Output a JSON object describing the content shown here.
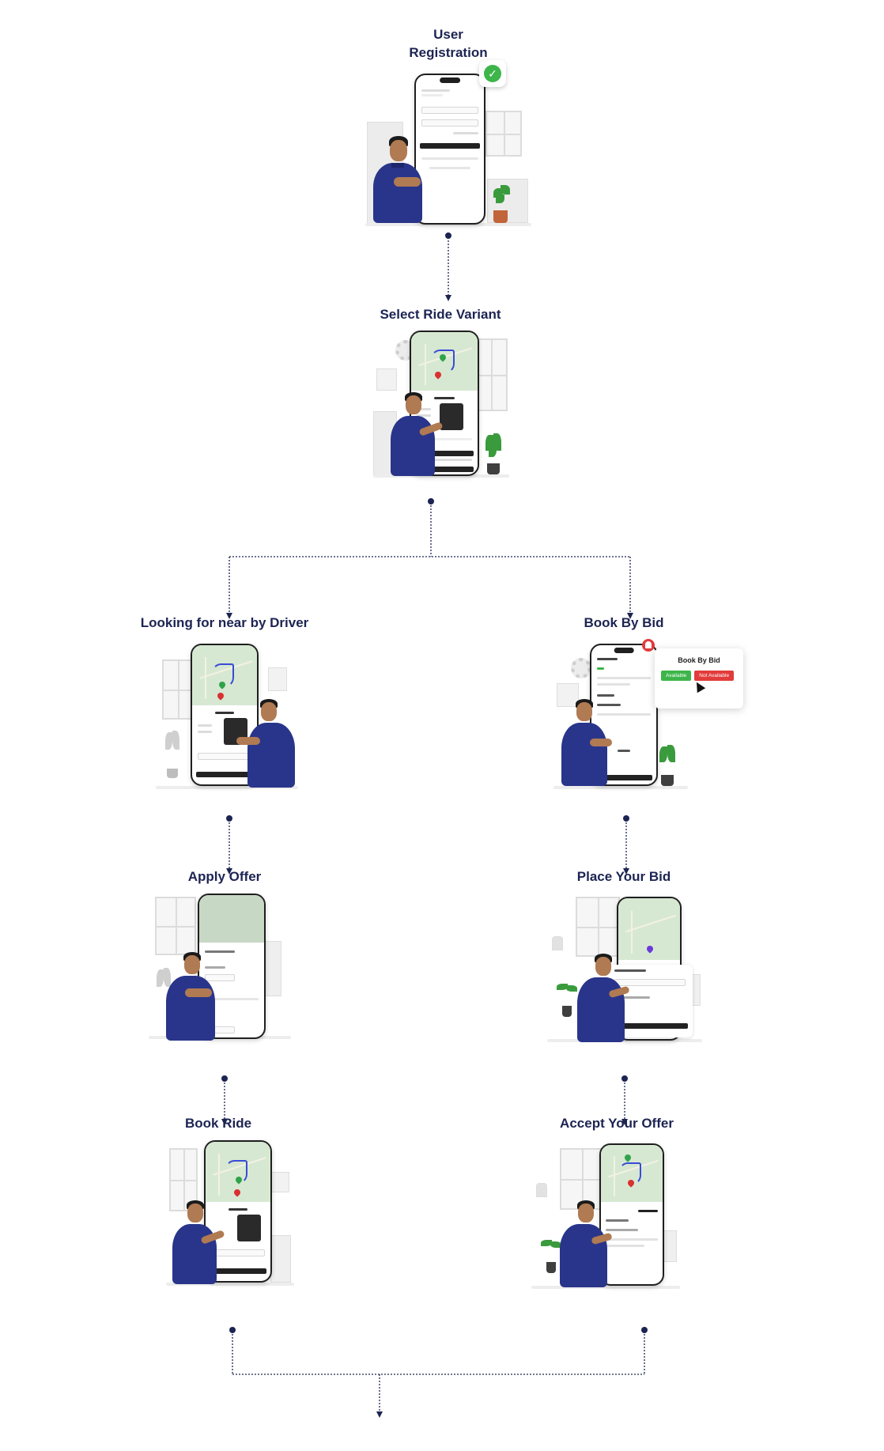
{
  "steps": {
    "user_registration": {
      "title": "User Registration"
    },
    "select_ride_variant": {
      "title": "Select Ride Variant"
    },
    "looking_for_driver": {
      "title": "Looking for near by Driver"
    },
    "book_by_bid": {
      "title": "Book By Bid",
      "popup_title": "Book By Bid",
      "available_label": "Available",
      "not_available_label": "Not Available"
    },
    "apply_offer": {
      "title": "Apply Offer"
    },
    "place_your_bid": {
      "title": "Place Your Bid"
    },
    "book_ride": {
      "title": "Book Ride"
    },
    "accept_your_offer": {
      "title": "Accept Your Offer"
    }
  },
  "icons": {
    "registration_badge": "check-circle-icon",
    "bid_notification": "bell-icon",
    "pointer": "cursor-icon"
  },
  "colors": {
    "title": "#1c2452",
    "connector": "#1c2452",
    "check_green": "#3db54a",
    "available_green": "#3db54a",
    "not_available_red": "#e23b3b"
  }
}
